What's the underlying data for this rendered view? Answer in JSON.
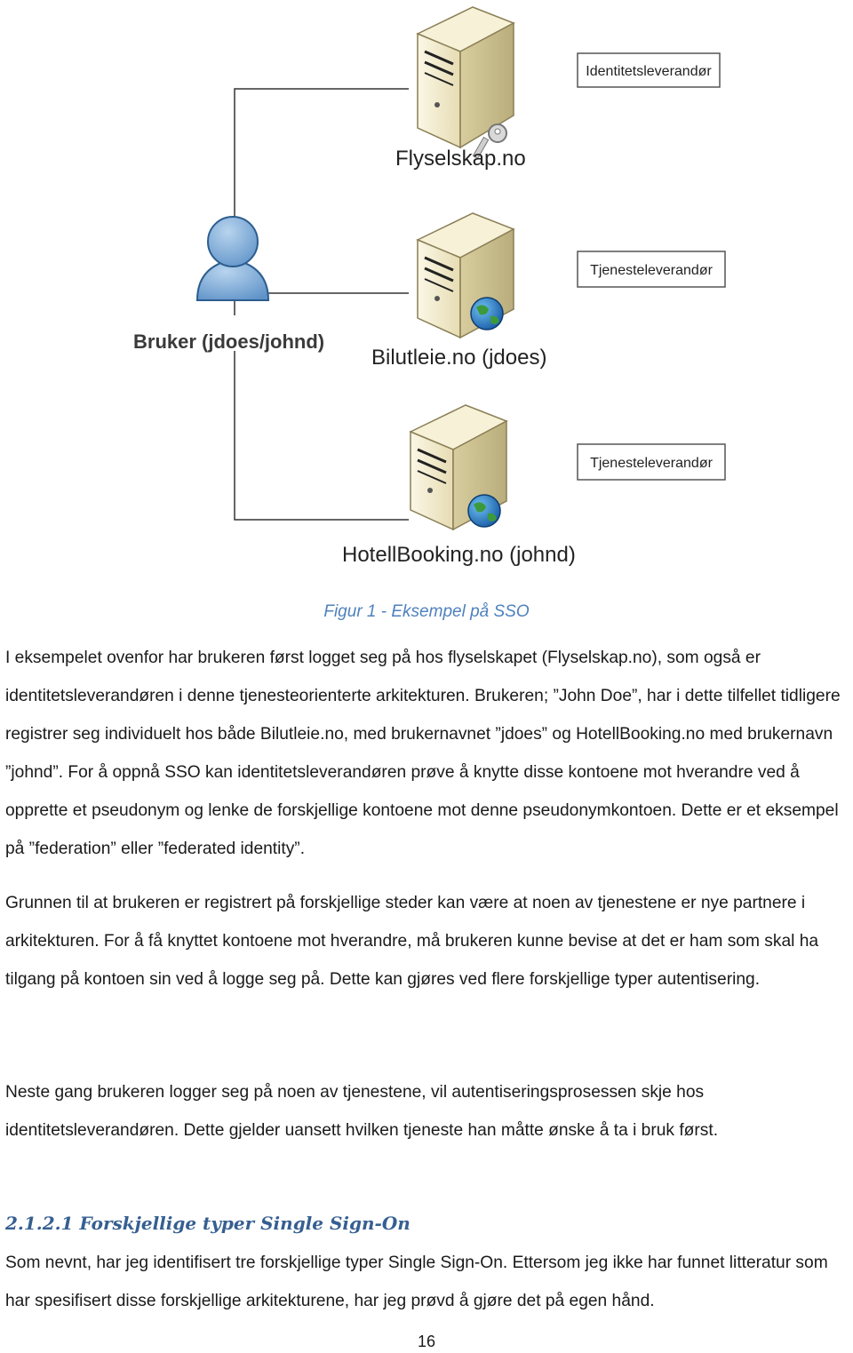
{
  "figure": {
    "user_label": "Bruker (jdoes/johnd)",
    "servers": [
      {
        "box_label": "Identitetsleverandør",
        "caption": "Flyselskap.no"
      },
      {
        "box_label": "Tjenesteleverandør",
        "caption": "Bilutleie.no (jdoes)"
      },
      {
        "box_label": "Tjenesteleverandør",
        "caption": "HotellBooking.no (johnd)"
      }
    ],
    "caption": "Figur 1 - Eksempel på SSO"
  },
  "paragraphs": [
    "I eksempelet ovenfor har brukeren først logget seg på hos flyselskapet (Flyselskap.no), som også er identitetsleverandøren i denne tjenesteorienterte arkitekturen. Brukeren; ”John Doe”, har i dette tilfellet tidligere registrer seg individuelt hos både Bilutleie.no, med brukernavnet ”jdoes” og HotellBooking.no med brukernavn ”johnd”. For å oppnå SSO kan identitetsleverandøren prøve å knytte disse kontoene mot hverandre ved å opprette et pseudonym og lenke de forskjellige kontoene mot denne pseudonymkontoen. Dette er et eksempel på ”federation” eller ”federated identity”.",
    " Grunnen til at brukeren er registrert på forskjellige steder kan være at noen av tjenestene er nye partnere i arkitekturen. For å få knyttet kontoene mot hverandre, må brukeren kunne bevise at det er ham som skal ha tilgang på kontoen sin ved å logge seg på. Dette kan gjøres ved flere forskjellige typer autentisering.",
    "Neste gang brukeren logger seg på noen av tjenestene, vil autentiseringsprosessen skje hos identitetsleverandøren. Dette gjelder uansett hvilken tjeneste han måtte ønske å ta i bruk først.",
    "Som nevnt, har jeg identifisert tre forskjellige typer Single Sign-On. Ettersom jeg ikke har funnet litteratur som har spesifisert disse forskjellige arkitekturene, har jeg prøvd å gjøre det på egen hånd."
  ],
  "section_heading": "2.1.2.1 Forskjellige typer Single Sign-On",
  "page_number": "16",
  "colors": {
    "caption": "#4f81bd",
    "heading": "#365f91",
    "user_icon": "#7aaad6",
    "server_body": "#efe6c6"
  }
}
